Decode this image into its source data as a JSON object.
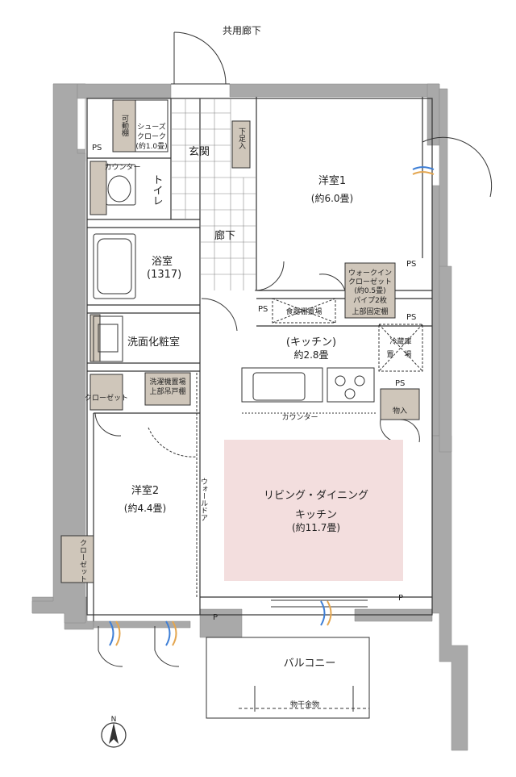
{
  "labels": {
    "common_corridor": "共用廊下",
    "entrance": "玄関",
    "shoes": "シューズ",
    "shoes_closet": "クローク",
    "shoes_size": "(約1.0畳)",
    "movable_shelf": "可動棚",
    "downstairs_storage": "下足入",
    "counter_toilet": "カウンター",
    "toilet": "トイレ",
    "hall": "廊下",
    "bath": "浴室",
    "bath_size": "(1317)",
    "bedroom1": "洋室1",
    "bedroom1_size": "(約6.0畳)",
    "walkin1": "ウォークイン",
    "walkin2": "クローゼット",
    "walkin_size": "(約0.5畳)",
    "pipe1": "パイプ2枚",
    "pipe2": "上部固定棚",
    "ps": "PS",
    "dish_shelf": "食器棚置場",
    "kitchen": "(キッチン)",
    "kitchen_size": "約2.8畳",
    "fridge": "冷蔵庫",
    "fridge2": "置",
    "fridge3": "場",
    "washroom": "洗面化粧室",
    "washer1": "洗濯機置場",
    "washer2": "上部吊戸棚",
    "closet_small": "クローゼット",
    "counter_kitchen": "カウンター",
    "storage": "物入",
    "bedroom2": "洋室2",
    "bedroom2_size": "(約4.4畳)",
    "wall_door": "ウォールドア",
    "living1": "リビング・ダイニング",
    "living2": "キッチン",
    "living_size": "(約11.7畳)",
    "closet_bed2": "クローゼット",
    "p": "P",
    "balcony": "バルコニー",
    "drying": "物干金物",
    "north": "N"
  },
  "colors": {
    "wall": "#a9a9a9",
    "storage_fill": "#cfc6ba",
    "living_fill": "#f3dede",
    "line": "#333333",
    "accent": "#e4a64f",
    "accent_blue": "#3f7fd6"
  }
}
